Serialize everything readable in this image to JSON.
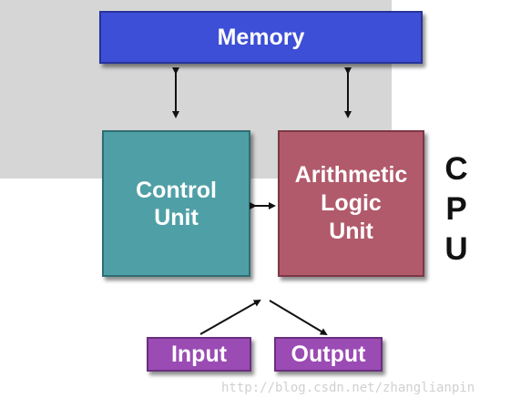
{
  "memory": {
    "label": "Memory"
  },
  "cpu": {
    "label": "C P U",
    "control_unit": {
      "line1": "Control",
      "line2": "Unit"
    },
    "alu": {
      "line1": "Arithmetic",
      "line2": "Logic",
      "line3": "Unit"
    }
  },
  "io": {
    "input": "Input",
    "output": "Output"
  },
  "watermark": "http://blog.csdn.net/zhanglianpin",
  "colors": {
    "memory": "#3d4fd6",
    "cpu_background": "#d6d6d6",
    "control_unit": "#4fa0a6",
    "alu": "#b15a6b",
    "io": "#9b4bb4"
  }
}
